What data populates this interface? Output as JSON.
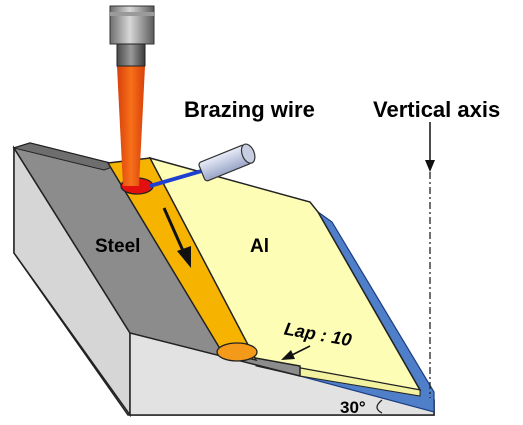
{
  "labels": {
    "brazing_wire": "Brazing wire",
    "vertical_axis": "Vertical axis",
    "steel": "Steel",
    "al": "Al",
    "lap": "Lap : 10",
    "angle": "30°"
  },
  "colors": {
    "steel_plate": "#8c8c8c",
    "al_plate": "#fdfdb6",
    "braze_bead": "#f6b400",
    "laser_beam": "#f05a10",
    "melt_pool": "#e31010",
    "wire": "#1f3fd0",
    "blue_edge": "#4f7fc8",
    "base_block": "#dcdcdc"
  }
}
